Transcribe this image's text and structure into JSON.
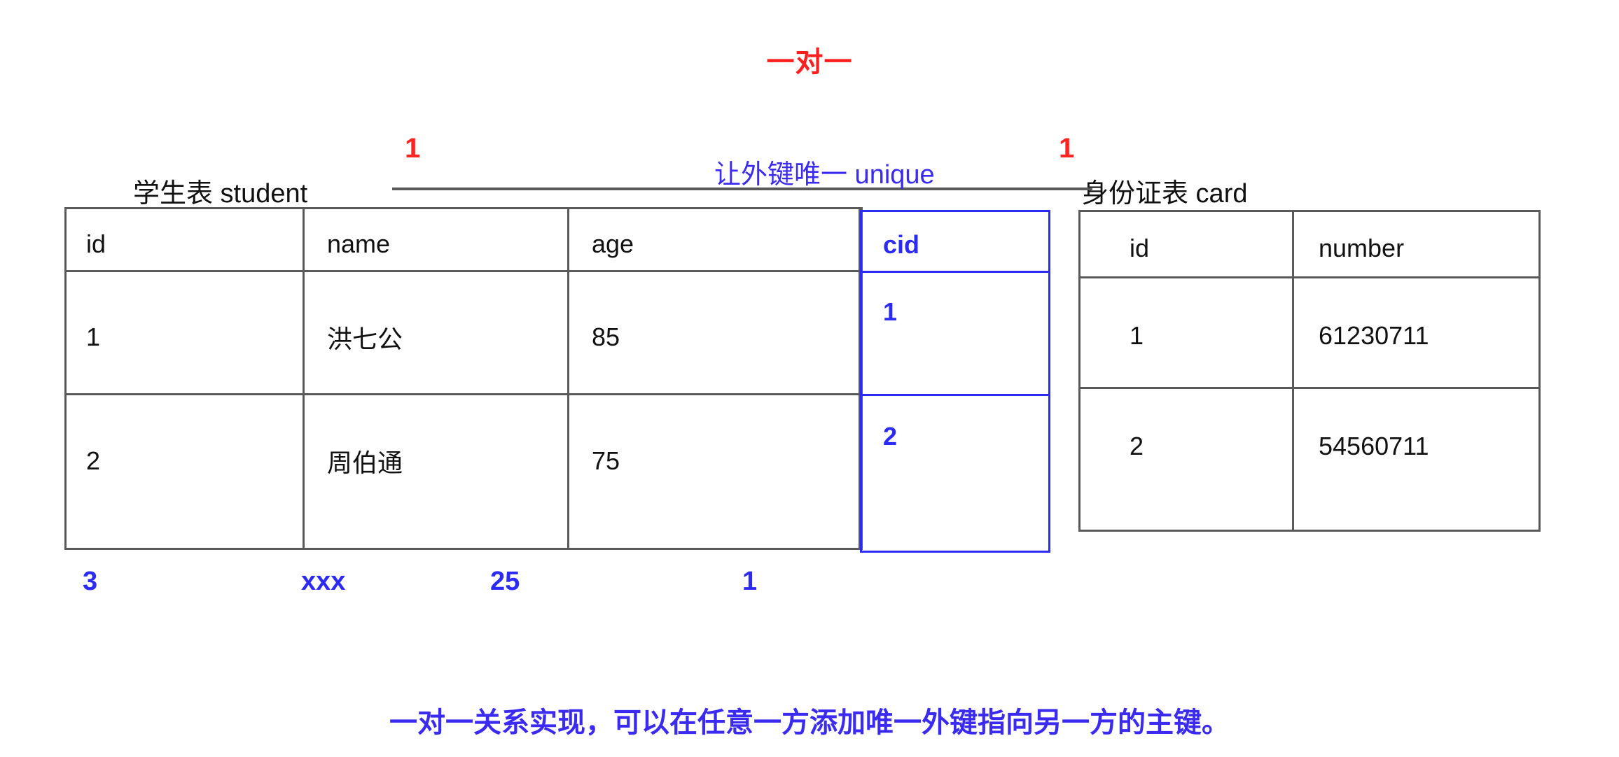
{
  "title": "一对一",
  "relationship": {
    "left_cardinality": "1",
    "right_cardinality": "1",
    "note": "让外键唯一 unique"
  },
  "student_table": {
    "caption": "学生表 student",
    "columns": [
      "id",
      "name",
      "age"
    ],
    "rows": [
      [
        "1",
        "洪七公",
        "85"
      ],
      [
        "2",
        "周伯通",
        "75"
      ]
    ],
    "foreign_key_column": {
      "header": "cid",
      "values": [
        "1",
        "2"
      ],
      "color": "#2b2bf5"
    },
    "pending_row": [
      "3",
      "xxx",
      "25",
      "1"
    ]
  },
  "card_table": {
    "caption": "身份证表 card",
    "columns": [
      "id",
      "number"
    ],
    "rows": [
      [
        "1",
        "61230711"
      ],
      [
        "2",
        "54560711"
      ]
    ]
  },
  "bottom_note": "一对一关系实现，可以在任意一方添加唯一外键指向另一方的主键。",
  "colors": {
    "title_red": "#fb2020",
    "annotation_blue": "#2b2bf5",
    "table_border": "#5a5a5a"
  }
}
